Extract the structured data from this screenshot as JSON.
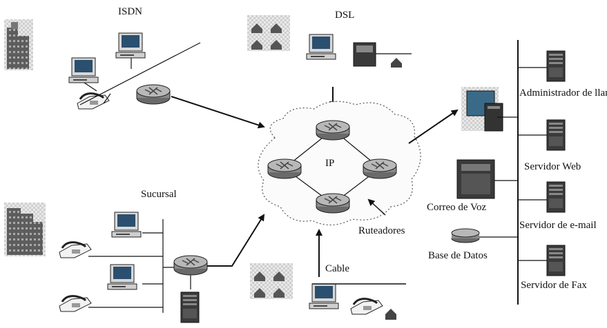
{
  "diagram": {
    "labels": {
      "isdn": "ISDN",
      "dsl": "DSL",
      "ip": "IP",
      "sucursal": "Sucursal",
      "cable": "Cable",
      "ruteadores": "Ruteadores",
      "correo_de_voz": "Correo de Voz",
      "base_de_datos": "Base de Datos",
      "administrador_line1": "Administrador",
      "administrador_line2": "de llamadas",
      "servidor_web": "Servidor Web",
      "servidor_email_line1": "Servidor de",
      "servidor_email_line2": "e-mail",
      "servidor_fax_line1": "Servidor de",
      "servidor_fax_line2": "Fax"
    },
    "colors": {
      "router": "#8a8a8a",
      "router_top": "#b8b8b8",
      "building": "#6e6e6e",
      "server": "#3a3a3a",
      "monitor": "#2b4f6e",
      "line": "#111111"
    }
  }
}
